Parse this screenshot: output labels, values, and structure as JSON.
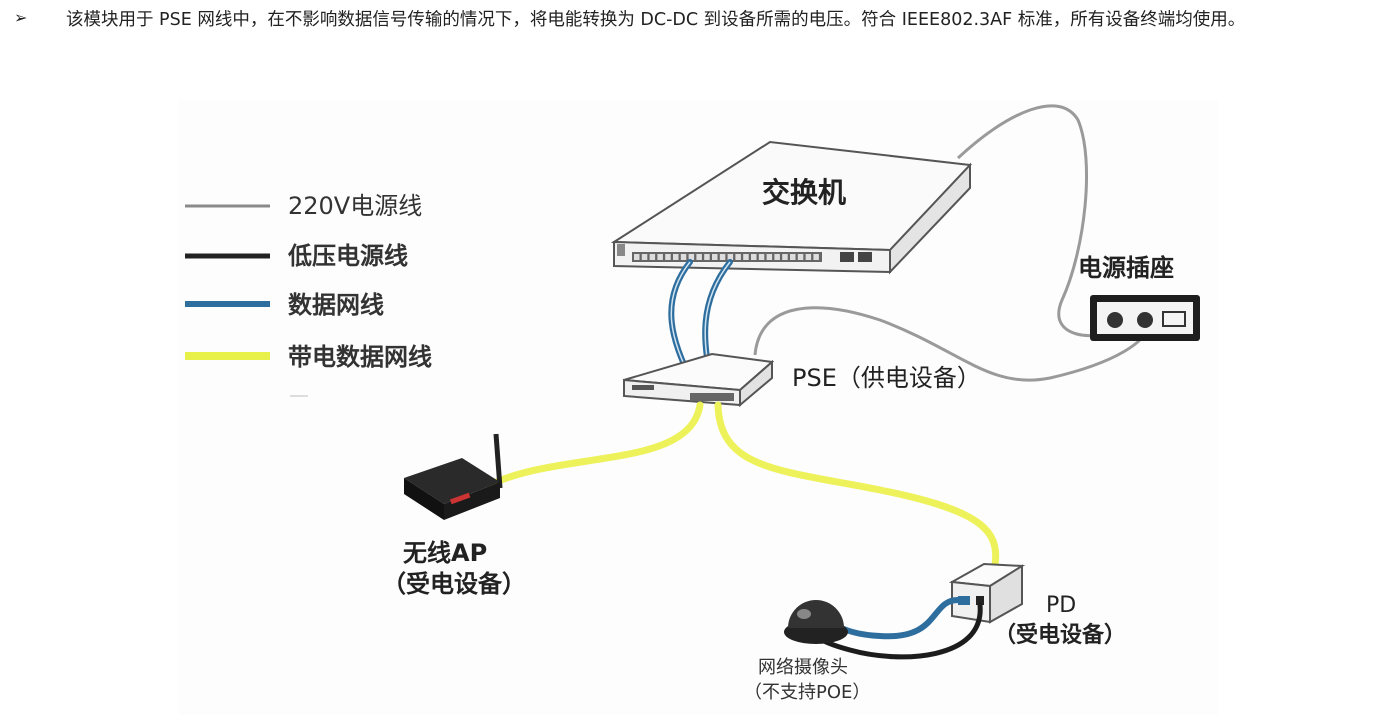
{
  "paragraph": {
    "bullet": "➢",
    "text": "该模块用于 PSE 网线中，在不影响数据信号传输的情况下，将电能转换为 DC-DC 到设备所需的电压。符合 IEEE802.3AF 标准，所有设备终端均使用。"
  },
  "legend": {
    "items": [
      {
        "label": "220V电源线",
        "color": "#8a8a8a"
      },
      {
        "label": "低压电源线",
        "color": "#222222"
      },
      {
        "label": "数据网线",
        "color": "#2e6e9e"
      },
      {
        "label": "带电数据网线",
        "color": "#e8f04a"
      }
    ]
  },
  "labels": {
    "switch": "交换机",
    "outlet": "电源插座",
    "pse": "PSE（供电设备）",
    "ap_line1": "无线AP",
    "ap_line2": "（受电设备）",
    "pd_line1": "PD",
    "pd_line2": "（受电设备）",
    "camera_line1": "网络摄像头",
    "camera_line2": "（不支持POE）"
  },
  "colors": {
    "power220": "#9a9a9a",
    "lowvolt": "#1c1c1c",
    "data": "#2e6e9e",
    "poe": "#eef25a"
  }
}
